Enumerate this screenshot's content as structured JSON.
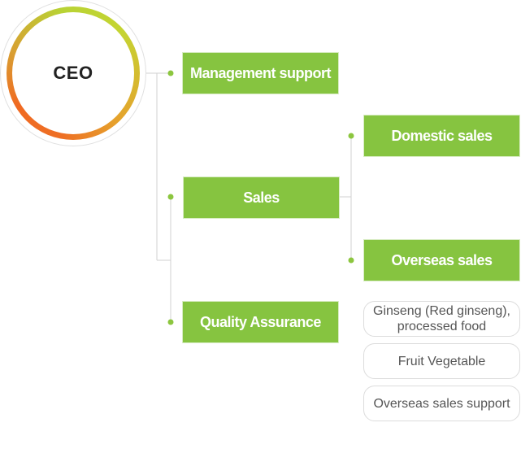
{
  "ceo": {
    "label": "CEO"
  },
  "departments": {
    "management_support": "Management support",
    "sales": "Sales",
    "quality_assurance": "Quality Assurance"
  },
  "sales_divisions": {
    "domestic": "Domestic sales",
    "overseas": "Overseas sales"
  },
  "overseas_teams": [
    "Ginseng (Red ginseng), processed food",
    "Fruit Vegetable",
    "Overseas sales support"
  ],
  "colors": {
    "box_green": "#86c440",
    "connector_gray": "#d0d0d0",
    "dot_green": "#8cc63f",
    "ring_green": "#b8d334",
    "ring_orange": "#f06a22"
  }
}
